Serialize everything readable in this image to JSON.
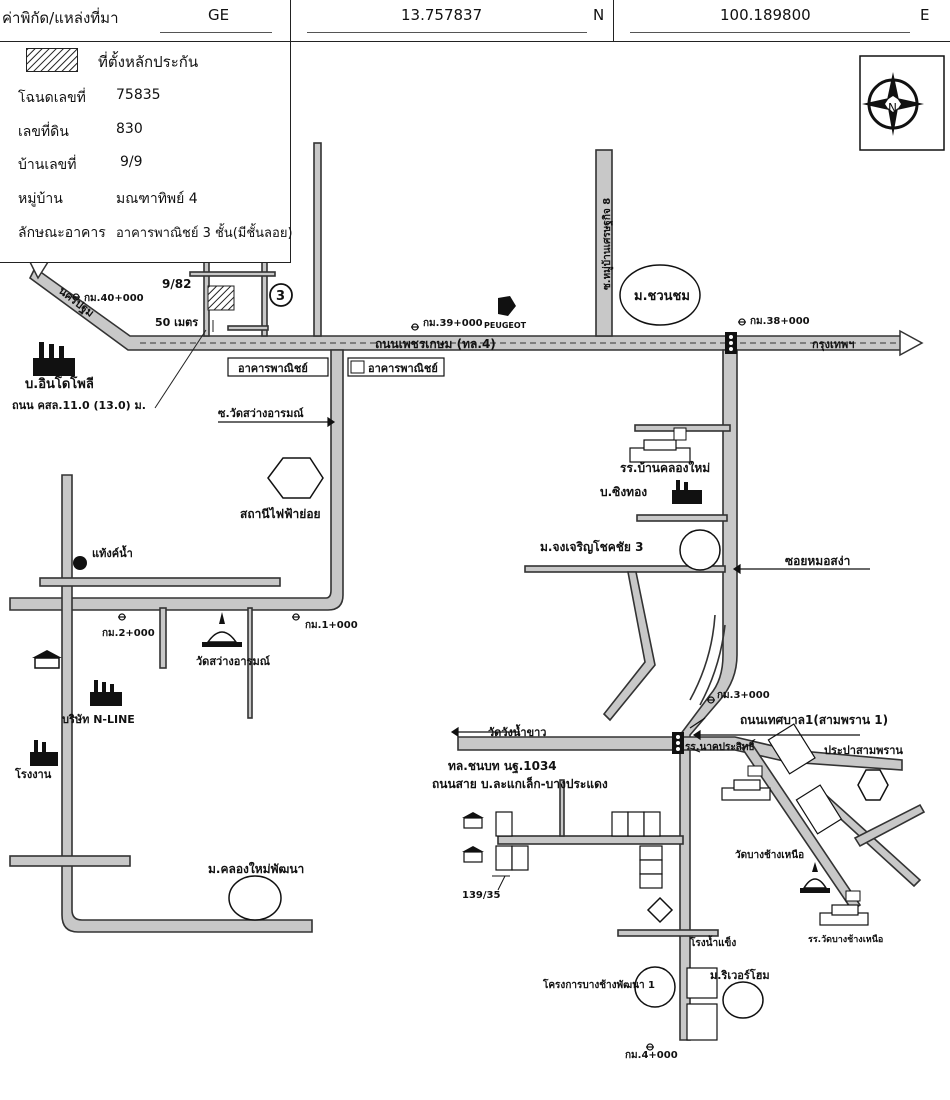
{
  "header": {
    "coord_label": "ค่าพิกัด/แหล่งที่มา",
    "source": "GE",
    "lat": "13.757837",
    "lat_dir": "N",
    "lon": "100.189800",
    "lon_dir": "E"
  },
  "legend": {
    "property_location": "ที่ตั้งหลักประกัน",
    "rows": [
      {
        "label": "โฉนดเลขที่",
        "value": "75835"
      },
      {
        "label": "เลขที่ดิน",
        "value": "830"
      },
      {
        "label": "บ้านเลขที่",
        "value": "9/9"
      },
      {
        "label": "หมู่บ้าน",
        "value": "มณฑาทิพย์ 4"
      },
      {
        "label": "ลักษณะอาคาร",
        "value": "อาคารพาณิชย์ 3 ชั้น(มีชั้นลอย)"
      }
    ]
  },
  "compass": {
    "letter": "N"
  },
  "labels": {
    "house_9_82": "9/82",
    "dist_50m": "50 เมตร",
    "circle_3": "3",
    "km40": "กม.40+000",
    "km39": "กม.39+000",
    "km38": "กม.38+000",
    "km2": "กม.2+000",
    "km1": "กม.1+000",
    "km3": "กม.3+000",
    "km4": "กม.4+000",
    "peugeot": "PEUGEOT",
    "soi_8": "ซ.หมู่บ้านเศรษฐกิจ 8",
    "m_chuanchom": "ม.ชวนชม",
    "phetkasem": "ถนนเพชรเกษม (ทล.4)",
    "to_bangkok_left": "นครปฐม",
    "to_bangkok_right": "กรุงเทพฯ",
    "inter_poly": "บ.อินโดโพลี",
    "road_width": "ถนน คสล.11.0 (13.0) ม.",
    "commercial_1": "อาคารพาณิชย์",
    "commercial_2": "อาคารพาณิชย์",
    "soi_wat": "ซ.วัดสว่างอารมณ์",
    "sub_station": "สถานีไฟฟ้าย่อย",
    "water_tower": "แท้งค์น้ำ",
    "wat_sawang": "วัดสว่างอารมณ์",
    "n_line": "บริษัท N-LINE",
    "factory": "โรงงาน",
    "m_khlong_mai": "ม.คลองใหม่พัฒนา",
    "school_ban_khlong_mai": "รร.บ้านคลองใหม่",
    "b_singthong": "บ.ซิงทอง",
    "m_jongcharoen": "ม.จงเจริญโชคชัย 3",
    "soi_mo_sanga": "ซอยหมอสง่า",
    "wat_wang_nam_khao": "วัดวังน้ำขาว",
    "thesaban_road": "ถนนเทศบาล1(สามพราน 1)",
    "prapa": "ประปาสามพราน",
    "road_1034": "ทล.ชนบท นฐ.1034",
    "road_1034_name": "ถนนสาย บ.ละแกเล็ก-บางประแดง",
    "school_nakprasit": "รร.นาคประสิทธิ์",
    "wat_bang_chang_nuea": "วัดบางช้างเหนือ",
    "school_bang_chang": "รร.วัดบางช้างเหนือ",
    "house_139": "139/35",
    "rong_nam_khaeng": "โรงน้ำแข็ง",
    "project_bang_chang": "โครงการบางช้างพัฒนา 1",
    "m_river_home": "ม.ริเวอร์โฮม"
  },
  "colors": {
    "road_fill": "#c8c8c8",
    "line": "#333333",
    "background": "#ffffff"
  }
}
